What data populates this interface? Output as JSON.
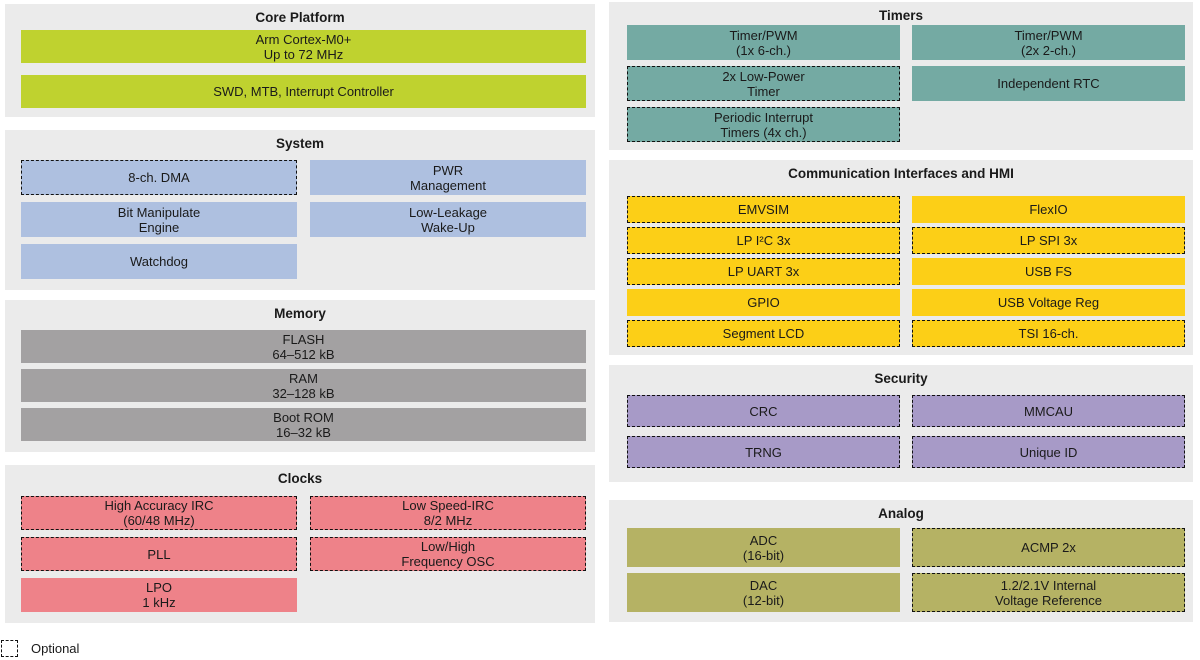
{
  "theme": {
    "page_bg": "#ffffff",
    "panel_bg": "#ebebeb",
    "text_color": "#1a1a1a",
    "dashed_border_color": "#111111"
  },
  "legend": {
    "label": "Optional"
  },
  "sections": [
    {
      "id": "core-platform",
      "title": "Core Platform",
      "block_color": "#bfd22f",
      "columns": 1,
      "blocks": [
        {
          "text": "Arm Cortex-M0+\nUp to 72 MHz",
          "optional": false
        },
        {
          "text": "SWD, MTB, Interrupt Controller",
          "optional": false
        }
      ]
    },
    {
      "id": "system",
      "title": "System",
      "block_color": "#aec0e0",
      "columns": 2,
      "blocks": [
        {
          "text": "8-ch. DMA",
          "optional": true
        },
        {
          "text": "PWR\nManagement",
          "optional": false
        },
        {
          "text": "Bit Manipulate\nEngine",
          "optional": false
        },
        {
          "text": "Low-Leakage\nWake-Up",
          "optional": false
        },
        {
          "text": "Watchdog",
          "optional": false
        },
        null
      ]
    },
    {
      "id": "memory",
      "title": "Memory",
      "block_color": "#a3a1a2",
      "columns": 1,
      "blocks": [
        {
          "text": "FLASH\n64–512 kB",
          "optional": false
        },
        {
          "text": "RAM\n32–128 kB",
          "optional": false
        },
        {
          "text": "Boot ROM\n16–32 kB",
          "optional": false
        }
      ]
    },
    {
      "id": "clocks",
      "title": "Clocks",
      "block_color": "#ee8289",
      "columns": 2,
      "blocks": [
        {
          "text": "High Accuracy IRC\n(60/48 MHz)",
          "optional": true
        },
        {
          "text": "Low Speed-IRC\n8/2 MHz",
          "optional": true
        },
        {
          "text": "PLL",
          "optional": true
        },
        {
          "text": "Low/High\nFrequency OSC",
          "optional": true
        },
        {
          "text": "LPO\n1 kHz",
          "optional": false
        },
        null
      ]
    },
    {
      "id": "timers",
      "title": "Timers",
      "block_color": "#74aaa3",
      "columns": 2,
      "blocks": [
        {
          "text": "Timer/PWM\n(1x 6-ch.)",
          "optional": false
        },
        {
          "text": "Timer/PWM\n(2x 2-ch.)",
          "optional": false
        },
        {
          "text": "2x Low-Power\nTimer",
          "optional": true
        },
        {
          "text": "Independent RTC",
          "optional": false
        },
        {
          "text": "Periodic Interrupt\nTimers (4x ch.)",
          "optional": true
        },
        null
      ]
    },
    {
      "id": "communication-interfaces-and-hmi",
      "title": "Communication Interfaces and HMI",
      "block_color": "#fccf17",
      "columns": 2,
      "blocks": [
        {
          "text": "EMVSIM",
          "optional": true
        },
        {
          "text": "FlexIO",
          "optional": false
        },
        {
          "text": "LP I²C 3x",
          "optional": true
        },
        {
          "text": "LP SPI 3x",
          "optional": true
        },
        {
          "text": "LP UART 3x",
          "optional": true
        },
        {
          "text": "USB FS",
          "optional": false
        },
        {
          "text": "GPIO",
          "optional": false
        },
        {
          "text": "USB Voltage Reg",
          "optional": false
        },
        {
          "text": "Segment LCD",
          "optional": true
        },
        {
          "text": "TSI 16-ch.",
          "optional": true
        }
      ]
    },
    {
      "id": "security",
      "title": "Security",
      "block_color": "#a79ac7",
      "columns": 2,
      "blocks": [
        {
          "text": "CRC",
          "optional": true
        },
        {
          "text": "MMCAU",
          "optional": true
        },
        {
          "text": "TRNG",
          "optional": true
        },
        {
          "text": "Unique ID",
          "optional": true
        }
      ]
    },
    {
      "id": "analog",
      "title": "Analog",
      "block_color": "#b5b264",
      "columns": 2,
      "blocks": [
        {
          "text": "ADC\n(16-bit)",
          "optional": false
        },
        {
          "text": "ACMP 2x",
          "optional": true
        },
        {
          "text": "DAC\n(12-bit)",
          "optional": false
        },
        {
          "text": "1.2/2.1V Internal\nVoltage Reference",
          "optional": true
        }
      ]
    }
  ]
}
